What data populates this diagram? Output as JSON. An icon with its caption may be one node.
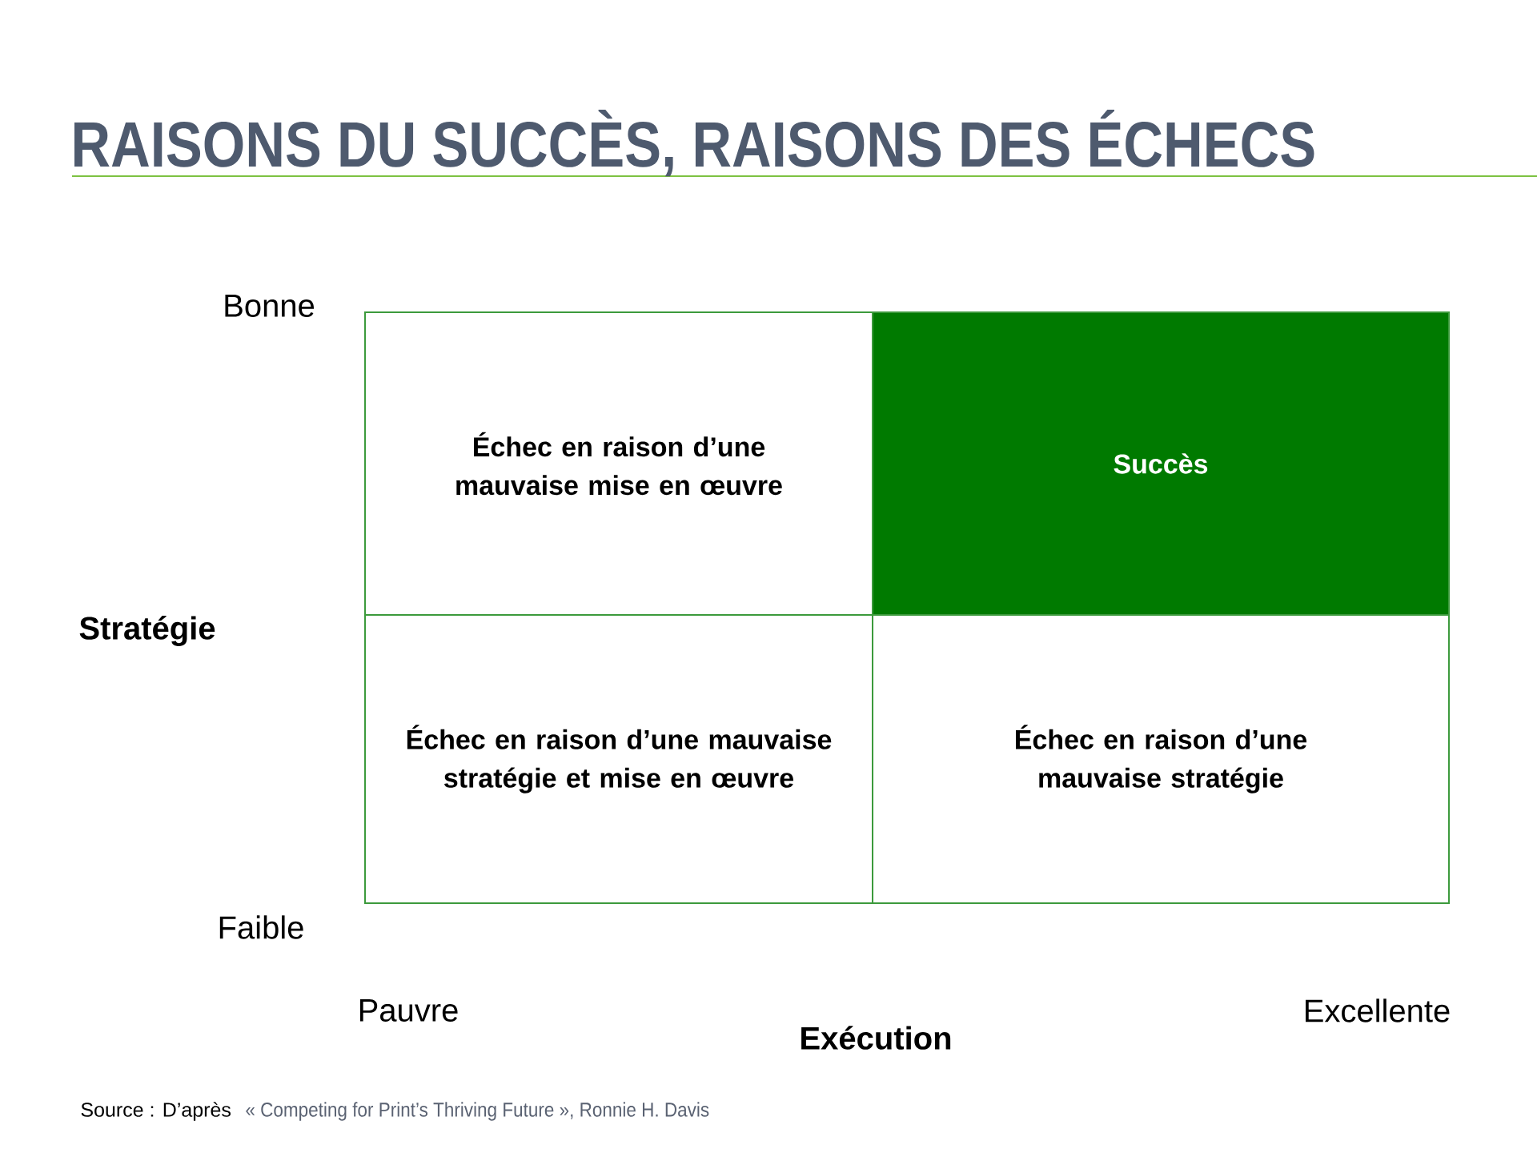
{
  "diagram": {
    "title": "RAISONS DU SUCCÈS, RAISONS DES ÉCHECS",
    "nodes": [
      {
        "text": [
          "Échec en raison d’une mauvaise mise en œuvre"
        ]
      },
      {
        "text": [
          "Succès"
        ]
      },
      {
        "text": [
          "Échec en raison d’une mauvaise stratégie et mise en œuvre"
        ]
      },
      {
        "text": [
          "Échec en raison d’une mauvaise stratégie"
        ]
      }
    ],
    "labels": [
      "Bonne",
      "Stratégie",
      "Faible",
      "Pauvre",
      "Excellente",
      "Exécution",
      "Source : D’après",
      "« Competing for Print’s Thriving Future », Ronnie H. Davis"
    ]
  }
}
